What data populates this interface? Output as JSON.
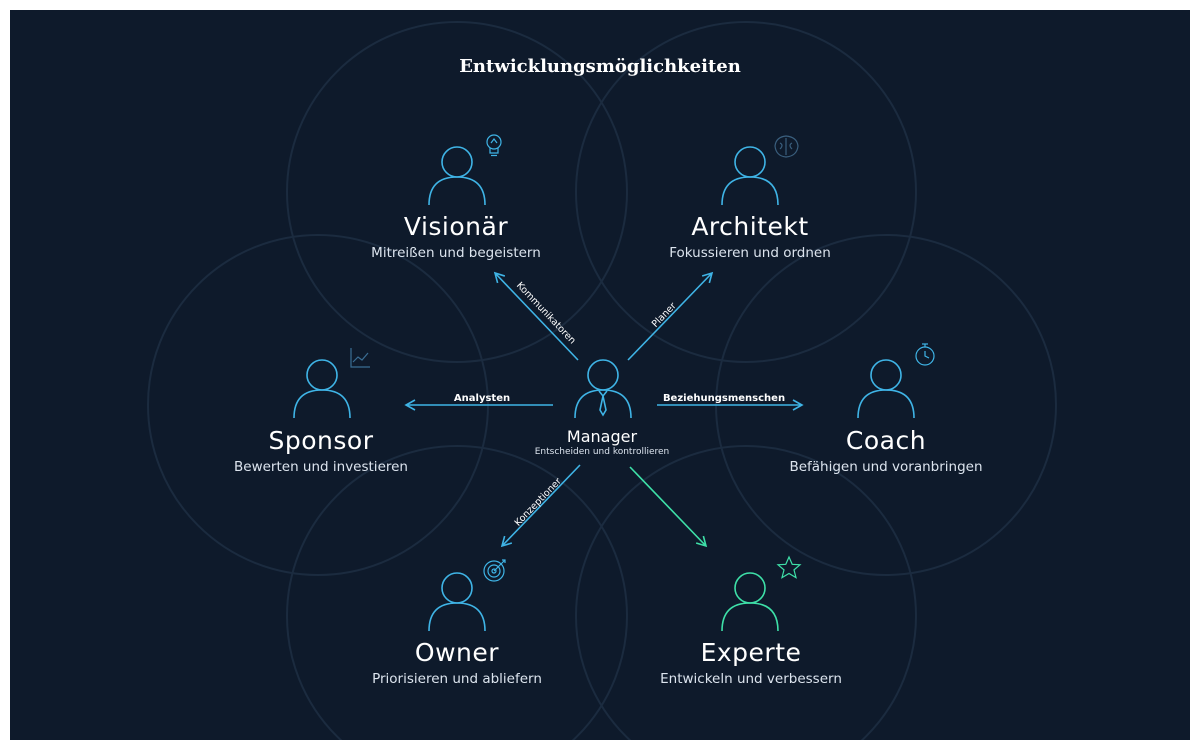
{
  "title": "Entwicklungsmöglichkeiten",
  "colors": {
    "background": "#0e1a2b",
    "blue": "#3fb4e6",
    "green": "#3ee0a8",
    "ring": "#1b2b3f"
  },
  "manager": {
    "name": "Manager",
    "description": "Entscheiden und kontrollieren"
  },
  "roles": {
    "visionaer": {
      "name": "Visionär",
      "description": "Mitreißen und begeistern",
      "icon": "lightbulb-icon"
    },
    "architekt": {
      "name": "Architekt",
      "description": "Fokussieren und ordnen",
      "icon": "brain-icon"
    },
    "sponsor": {
      "name": "Sponsor",
      "description": "Bewerten und investieren",
      "icon": "chart-icon"
    },
    "coach": {
      "name": "Coach",
      "description": "Befähigen und voranbringen",
      "icon": "stopwatch-icon"
    },
    "owner": {
      "name": "Owner",
      "description": "Priorisieren und abliefern",
      "icon": "target-icon"
    },
    "experte": {
      "name": "Experte",
      "description": "Entwickeln und verbessern",
      "icon": "star-icon"
    }
  },
  "arrows": {
    "kommunikatoren": "Kommunikatoren",
    "planer": "Planer",
    "analysten": "Analysten",
    "beziehungsmenschen": "Beziehungsmenschen",
    "konzeptioner": "Konzeptioner"
  }
}
